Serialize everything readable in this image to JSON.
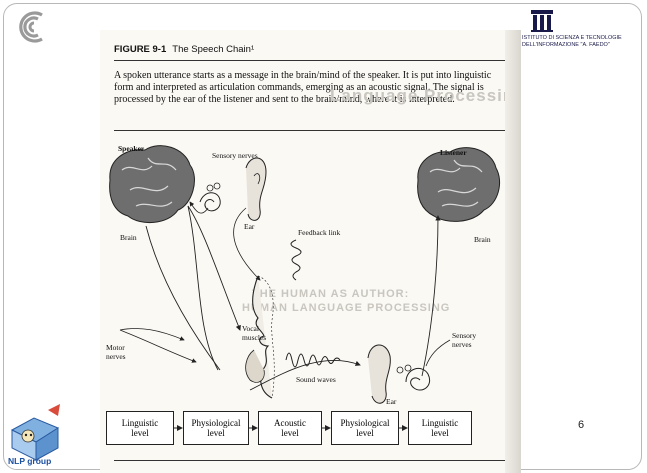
{
  "header": {
    "isti_lines": [
      "ISTITUTO DI SCIENZA E TECNOLOGIE",
      "DELL'INFORMAZIONE \"A. FAEDO\""
    ]
  },
  "figure": {
    "number": "FIGURE 9-1",
    "title": "The Speech Chain¹",
    "caption": "A spoken utterance starts as a message in the brain/mind of the speaker. It is put into linguistic form and interpreted as articulation commands, emerging as an acoustic signal. The signal is processed by the ear of the listener and sent to the brain/mind, where it is interpreted.",
    "labels": {
      "speaker": "Speaker",
      "listener": "Listener",
      "sensory_nerves_top": "Sensory nerves",
      "brain_left": "Brain",
      "brain_right": "Brain",
      "ear_top": "Ear",
      "feedback_link": "Feedback link",
      "vocal_muscles": [
        "Vocal",
        "muscles"
      ],
      "motor_nerves": [
        "Motor",
        "nerves"
      ],
      "sound_waves": "Sound waves",
      "ear_bottom": "Ear",
      "sensory_nerves_right": [
        "Sensory",
        "nerves"
      ]
    },
    "flow": [
      [
        "Linguistic",
        "level"
      ],
      [
        "Physiological",
        "level"
      ],
      [
        "Acoustic",
        "level"
      ],
      [
        "Physiological",
        "level"
      ],
      [
        "Linguistic",
        "level"
      ]
    ],
    "background_text": [
      "THE HUMAN AS AUTHOR:",
      "HUMAN LANGUAGE PROCESSING",
      "Language Processing"
    ]
  },
  "footer": {
    "group_label": "NLP group",
    "page_number": "6"
  }
}
